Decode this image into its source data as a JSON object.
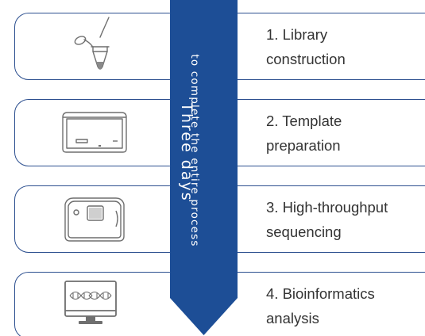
{
  "banner": {
    "title": "Three days",
    "subtitle": "to complete the entire process"
  },
  "steps": [
    {
      "label": "1. Library\nconstruction",
      "icon": "pipette-tube-icon"
    },
    {
      "label": "2. Template\npreparation",
      "icon": "template-instrument-icon"
    },
    {
      "label": "3. High-throughput\nsequencing",
      "icon": "sequencer-icon"
    },
    {
      "label": "4. Bioinformatics\nanalysis",
      "icon": "dna-monitor-icon"
    }
  ],
  "colors": {
    "banner": "#1d4e96",
    "card_border": "#2c4f8f",
    "icon_stroke": "#6f6f6f",
    "text": "#333333"
  }
}
